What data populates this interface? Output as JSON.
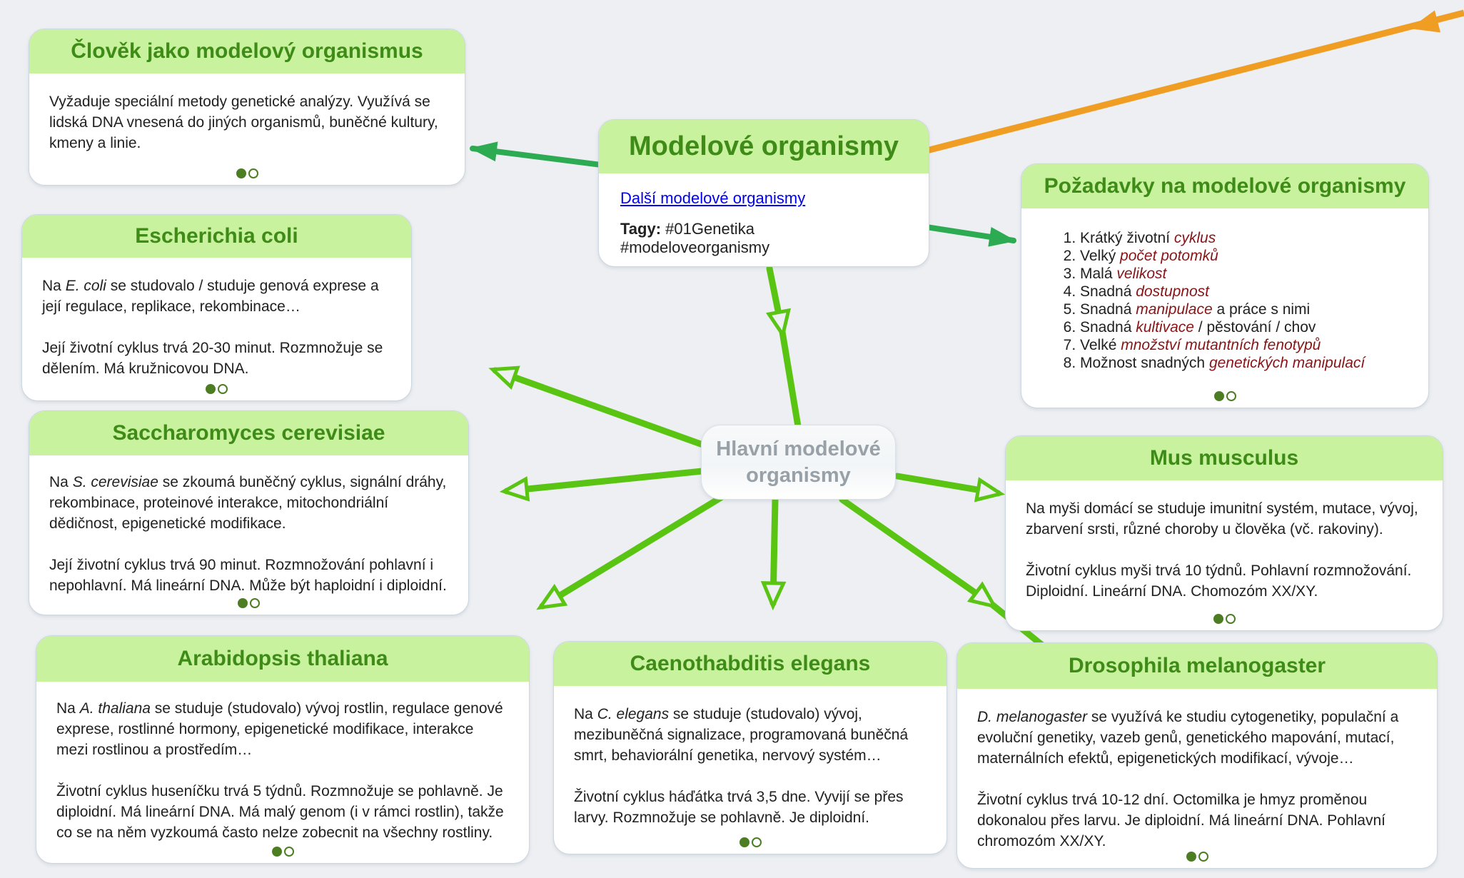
{
  "colors": {
    "bg": "#edeff2",
    "card_header": "#c9f29e",
    "title_green": "#3e8c17",
    "light_green": "#5ac413",
    "dark_green": "#2dab53",
    "orange": "#ef9d23",
    "maroon": "#871416",
    "link_blue": "#0000ee",
    "hub_text": "#98a0a8",
    "dot_green": "#4d7d22",
    "body_text": "#212121",
    "card_border": "#ccd7e0"
  },
  "central": {
    "title": "Modelové organismy",
    "link": "Další modelové organismy",
    "tags_label": "Tagy:",
    "tags_value": "#01Genetika #modeloveorganismy"
  },
  "hub": {
    "label": "Hlavní modelové organismy"
  },
  "pager": {
    "dots": 2,
    "active_index": 0
  },
  "cards": [
    {
      "title": "Člověk jako modelový organismus",
      "paragraphs": [
        [
          {
            "t": "Vyžaduje speciální metody genetické analýzy. Využívá se lidská DNA vnesená do jiných organismů, buněčné kultury, kmeny a linie."
          }
        ]
      ]
    },
    {
      "title": "Escherichia coli",
      "paragraphs": [
        [
          {
            "t": "Na "
          },
          {
            "t": "E. coli",
            "i": true
          },
          {
            "t": " se studovalo / studuje genová exprese a její regulace, replikace, rekombinace…"
          }
        ],
        [
          {
            "t": "Její životní cyklus trvá 20-30 minut. Rozmnožuje se dělením. Má kružnicovou DNA."
          }
        ]
      ]
    },
    {
      "title": "Saccharomyces cerevisiae",
      "paragraphs": [
        [
          {
            "t": "Na "
          },
          {
            "t": "S. cerevisiae",
            "i": true
          },
          {
            "t": " se zkoumá buněčný cyklus, signální dráhy, rekombinace, proteinové interakce, mitochondriální dědičnost, epigenetické modifikace."
          }
        ],
        [
          {
            "t": "Její životní cyklus trvá 90 minut. Rozmnožování pohlavní i nepohlavní. Má lineární DNA. Může být haploidní i diploidní."
          }
        ]
      ]
    },
    {
      "title": "Arabidopsis thaliana",
      "paragraphs": [
        [
          {
            "t": "Na "
          },
          {
            "t": "A. thaliana",
            "i": true
          },
          {
            "t": " se studuje (studovalo) vývoj rostlin, regulace genové exprese, rostlinné hormony, epigenetické modifikace, interakce mezi rostlinou a prostředím…"
          }
        ],
        [
          {
            "t": "Životní cyklus huseníčku trvá 5 týdnů. Rozmnožuje se pohlavně. Je diploidní. Má lineární DNA. Má malý genom (i v rámci rostlin), takže co se na něm vyzkoumá často nelze zobecnit na všechny rostliny."
          }
        ]
      ]
    },
    {
      "title": "Caenothabditis elegans",
      "paragraphs": [
        [
          {
            "t": "Na "
          },
          {
            "t": "C. elegans",
            "i": true
          },
          {
            "t": " se studuje (studovalo) vývoj, mezibuněčná signalizace, programovaná buněčná smrt, behaviorální genetika, nervový systém…"
          }
        ],
        [
          {
            "t": "Životní cyklus háďátka trvá 3,5 dne. Vyvijí se přes larvy. Rozmnožuje se pohlavně. Je diploidní."
          }
        ]
      ]
    },
    {
      "title": "Drosophila melanogaster",
      "paragraphs": [
        [
          {
            "t": "D. melanogaster",
            "i": true
          },
          {
            "t": " se využívá ke studiu cytogenetiky, populační a evoluční genetiky, vazeb genů, genetického mapování, mutací, maternálních efektů, epigenetických modifikací, vývoje…"
          }
        ],
        [
          {
            "t": "Životní cyklus trvá 10-12 dní. Octomilka je hmyz proměnou dokonalou přes larvu. Je diploidní. Má lineární DNA. Pohlavní chromozóm XX/XY."
          }
        ]
      ]
    },
    {
      "title": "Mus musculus",
      "paragraphs": [
        [
          {
            "t": "Na myši domácí se studuje imunitní systém, mutace, vývoj, zbarvení srsti, různé choroby u člověka (vč. rakoviny)."
          }
        ],
        [
          {
            "t": "Životní cyklus myši trvá 10 týdnů. Pohlavní rozmnožování. Diploidní. Lineární DNA. Chomozóm XX/XY."
          }
        ]
      ]
    },
    {
      "title": "Požadavky na modelové organismy",
      "list": [
        [
          {
            "t": "Krátký životní "
          },
          {
            "t": "cyklus",
            "i": true
          }
        ],
        [
          {
            "t": "Velký "
          },
          {
            "t": "počet potomků",
            "i": true
          }
        ],
        [
          {
            "t": "Malá "
          },
          {
            "t": "velikost",
            "i": true
          }
        ],
        [
          {
            "t": "Snadná "
          },
          {
            "t": "dostupnost",
            "i": true
          }
        ],
        [
          {
            "t": "Snadná "
          },
          {
            "t": "manipulace",
            "i": true
          },
          {
            "t": " a práce s nimi"
          }
        ],
        [
          {
            "t": "Snadná "
          },
          {
            "t": "kultivace",
            "i": true
          },
          {
            "t": " / pěstování / chov"
          }
        ],
        [
          {
            "t": "Velké "
          },
          {
            "t": "množství mutantních fenotypů",
            "i": true
          }
        ],
        [
          {
            "t": "Možnost snadných "
          },
          {
            "t": "genetických manipulací",
            "i": true
          }
        ]
      ]
    }
  ]
}
